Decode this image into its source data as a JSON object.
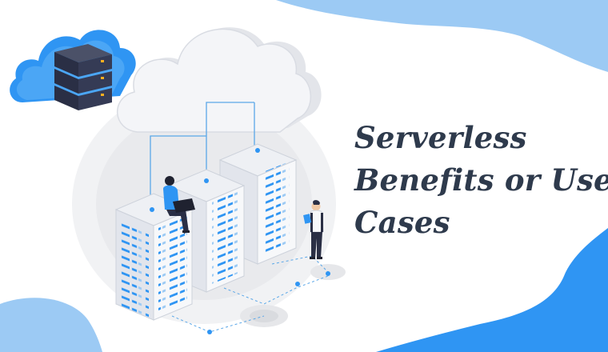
{
  "title": {
    "line1": "Serverless",
    "line2": "Benefits or Use",
    "line3": "Cases"
  },
  "colors": {
    "accent_blue": "#2f95f3",
    "light_blue": "#9ccaf4",
    "title_text": "#2e3a4c",
    "server_dark": "#2a2f45"
  },
  "illustration": {
    "icons": [
      "cloud-server-icon",
      "cloud-icon",
      "server-rack-icon",
      "woman-with-laptop-icon",
      "businessman-with-tablet-icon"
    ]
  }
}
